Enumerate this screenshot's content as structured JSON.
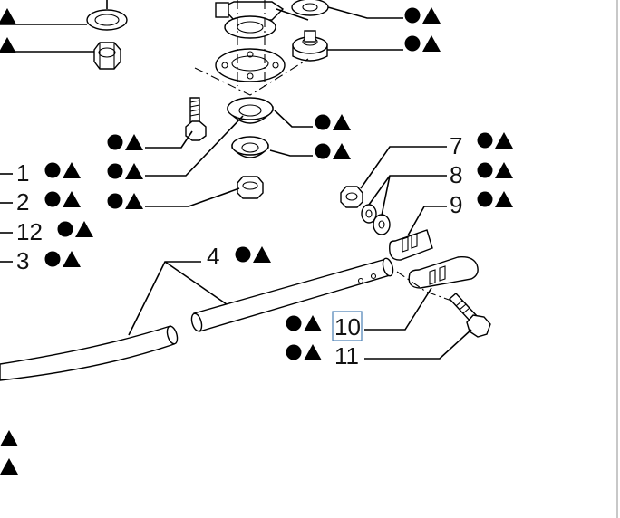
{
  "diagram": {
    "callouts": [
      {
        "id": "c1",
        "label": "1"
      },
      {
        "id": "c2",
        "label": "2"
      },
      {
        "id": "c12",
        "label": "12"
      },
      {
        "id": "c3",
        "label": "3"
      },
      {
        "id": "c4",
        "label": "4"
      },
      {
        "id": "c7",
        "label": "7"
      },
      {
        "id": "c8",
        "label": "8"
      },
      {
        "id": "c9",
        "label": "9"
      },
      {
        "id": "c10",
        "label": "10",
        "selected": true
      },
      {
        "id": "c11",
        "label": "11"
      }
    ]
  },
  "colors": {
    "ink": "#000000",
    "selection": "#4a7fb5",
    "background": "#ffffff"
  },
  "icons": [
    "circle-icon",
    "triangle-icon"
  ]
}
